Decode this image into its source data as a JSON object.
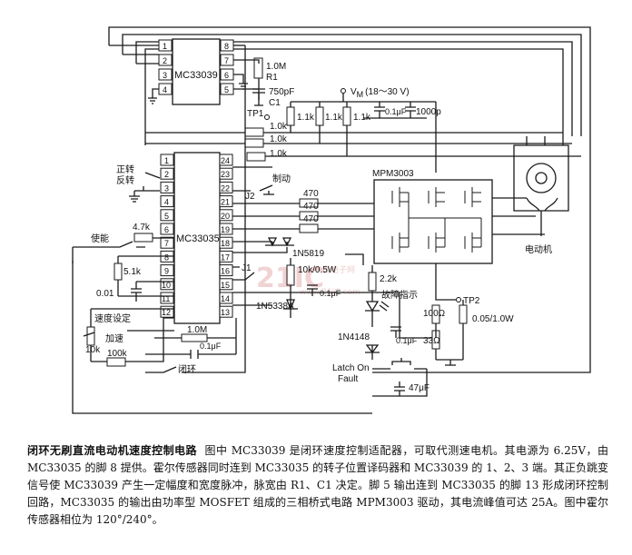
{
  "diagram": {
    "chip_mc33039": {
      "name": "MC33039",
      "pins_left": [
        "1",
        "2",
        "3",
        "4"
      ],
      "pins_right": [
        "8",
        "7",
        "6",
        "5"
      ]
    },
    "chip_mc33035": {
      "name": "MC33035",
      "pins_left": [
        "1",
        "2",
        "3",
        "4",
        "5",
        "6",
        "7",
        "8",
        "9",
        "10",
        "11",
        "12"
      ],
      "pins_right": [
        "24",
        "23",
        "22",
        "21",
        "20",
        "19",
        "18",
        "17",
        "16",
        "15",
        "14",
        "13"
      ]
    },
    "labels": {
      "r1_value": "1.0M",
      "r1_name": "R1",
      "c1_value": "750pF",
      "c1_name": "C1",
      "tp1": "TP1",
      "vm": "V",
      "vm_sub": "M",
      "vm_range": "(18～30 V)",
      "r_1k1": "1.1k",
      "r_1k2": "1.1k",
      "r_1k3": "1.1k",
      "c_01uf_top": "0.1μF",
      "c_1000p": "1000p",
      "r_10k_a": "1.0k",
      "r_10k_b": "1.0k",
      "r_10k_c": "1.0k",
      "fwd_rev": "正转",
      "fwd_rev2": "反转",
      "brake": "制动",
      "j2": "J2",
      "mpm": "MPM3003",
      "r470_a": "470",
      "r470_b": "470",
      "r470_c": "470",
      "enable": "使能",
      "r_47k": "4.7k",
      "r_51k": "5.1k",
      "in5819": "1N5819",
      "j1": "J1",
      "r_10k_half": "10k/0.5W",
      "c_01uf_mid": "0.1μF",
      "in5338": "1N5338A",
      "r_22k": "2.2k",
      "fault_ind": "故障指示",
      "c_001": "0.01",
      "speed_set": "速度设定",
      "r_10k": "10k",
      "accel": "加速",
      "r_1m_bottom": "1.0M",
      "c_01uf_bottom": "0.1μF",
      "r_100k": "100k",
      "closed_loop": "闭环",
      "in4148": "1N4148",
      "c_01uf_right": "0.1μF",
      "r_100": "100Ω",
      "r_33": "33Ω",
      "tp2": "TP2",
      "r_sense": "0.05/1.0W",
      "latch": "Latch On",
      "fault": "Fault",
      "c_47uf": "47μF",
      "motor": "电动机"
    },
    "watermark": {
      "main": "21IC",
      "sub": "中国电子网",
      "url": "www.21IC.com"
    }
  },
  "caption": {
    "title": "闭环无刷直流电动机速度控制电路",
    "body": "图中 MC33039 是闭环速度控制适配器，可取代测速电机。其电源为 6.25V，由 MC33035 的脚 8 提供。霍尔传感器同时连到 MC33035 的转子位置译码器和 MC33039 的 1、2、3 端。其正负跳变信号使 MC33039 产生一定幅度和宽度脉冲，脉宽由 R1、C1 决定。脚 5 输出连到 MC33035 的脚 13 形成闭环控制回路，MC33035 的输出由功率型 MOSFET 组成的三相桥式电路 MPM3003 驱动，其电流峰值可达 25A。图中霍尔传感器相位为 120°/240°。"
  }
}
